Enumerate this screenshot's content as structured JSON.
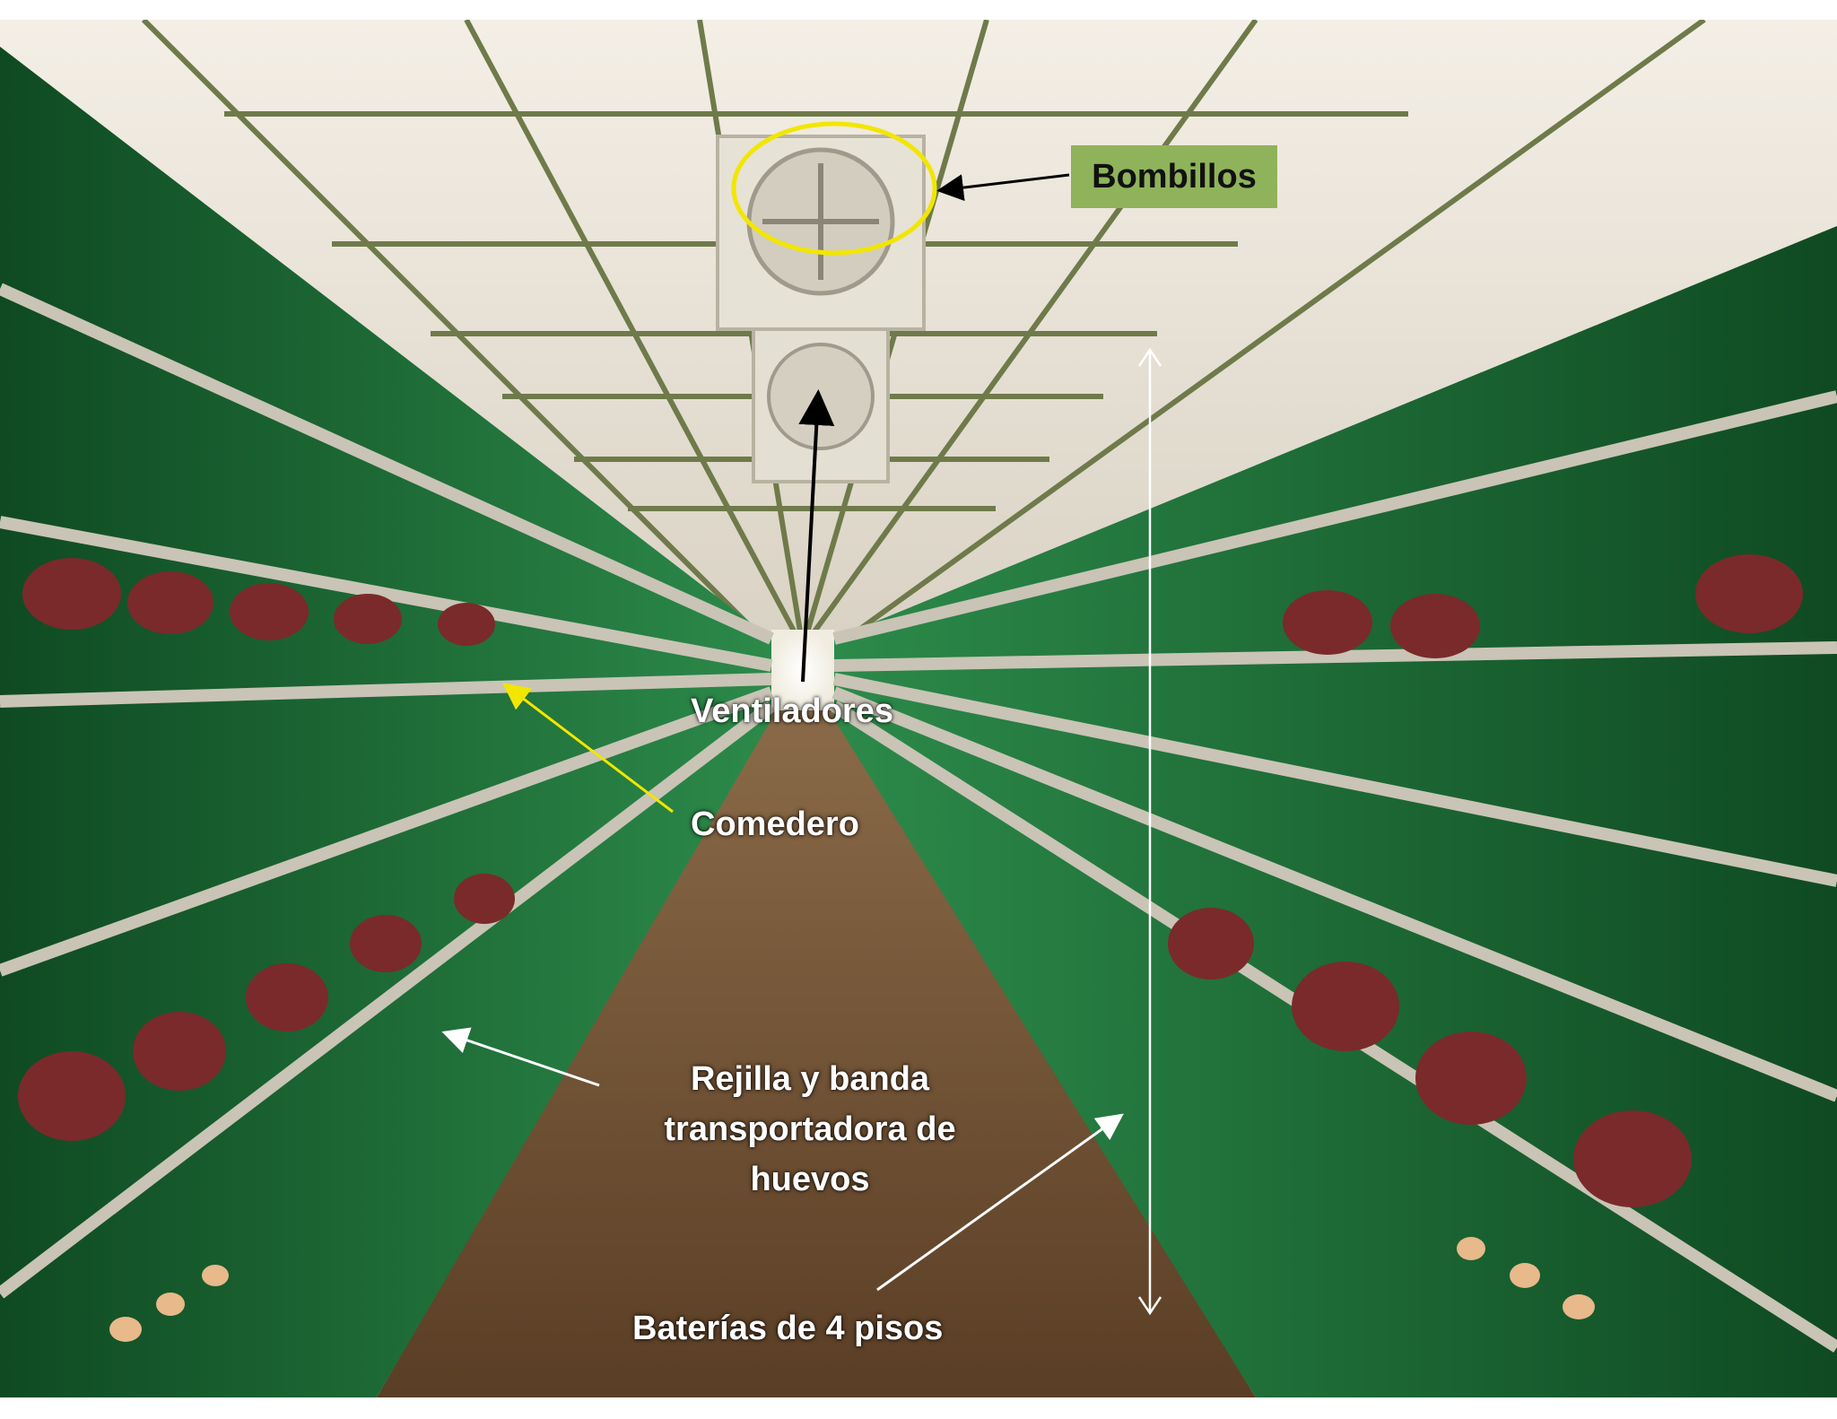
{
  "annotations": {
    "bombillos": "Bombillos",
    "ventiladores": "Ventiladores",
    "comedero": "Comedero",
    "rejilla_line1": "Rejilla y banda",
    "rejilla_line2": "transportadora de",
    "rejilla_line3": "huevos",
    "baterias": "Baterías de 4 pisos"
  },
  "colors": {
    "highlight_ellipse": "#f2e600",
    "label_box_bg": "#8fb35a",
    "arrow_yellow": "#f2e600",
    "arrow_white": "#ffffff",
    "arrow_black": "#000000",
    "cage_green": "#1f7a3c",
    "floor_brown": "#6b4a2e",
    "hen_red": "#7a2a2a"
  }
}
